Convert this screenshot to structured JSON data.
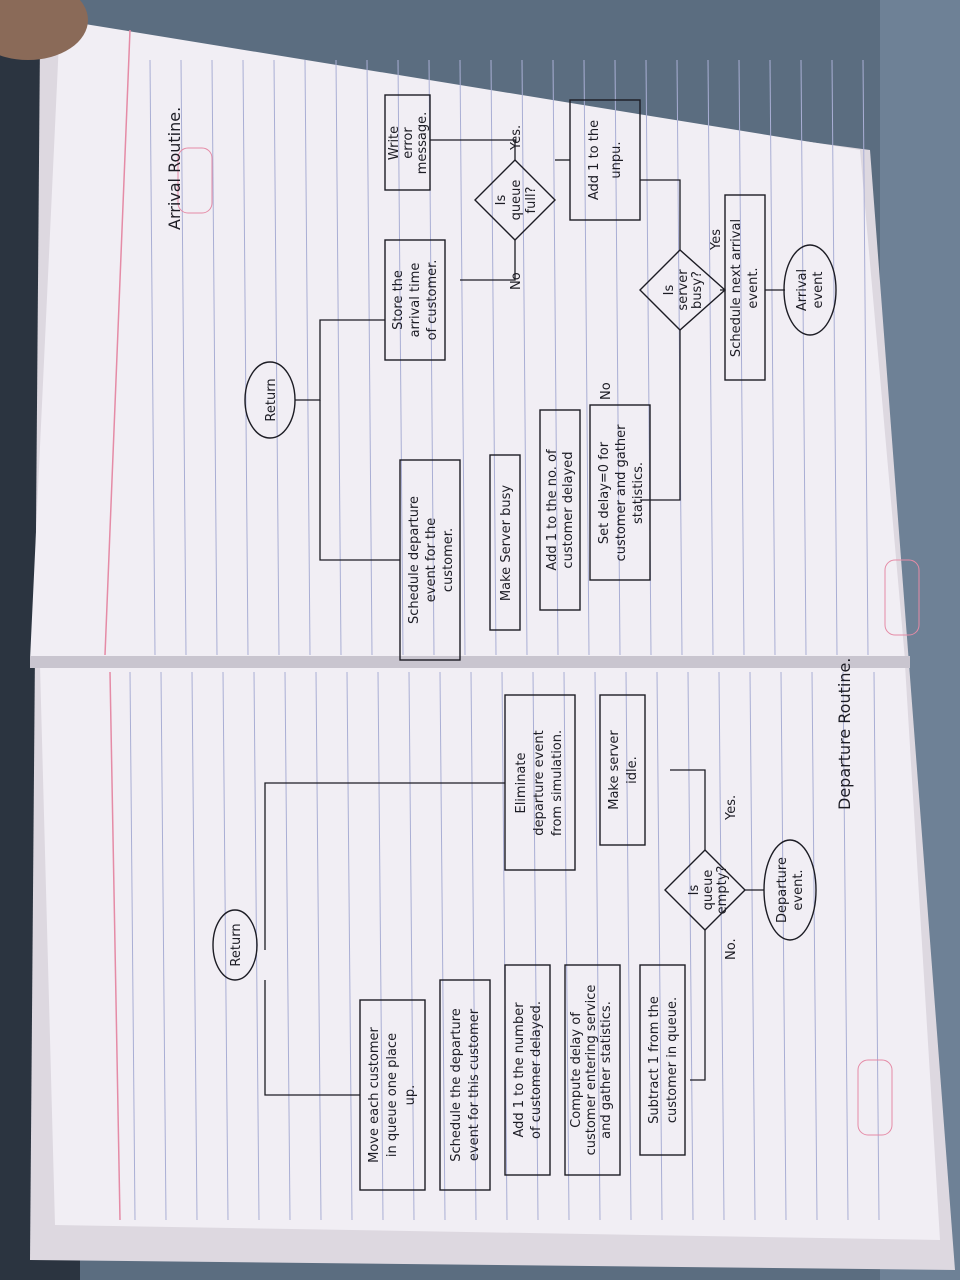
{
  "arrival": {
    "title": "Arrival Routine.",
    "start": [
      "Arrival",
      "event"
    ],
    "schedule_next": [
      "Schedule next arrival",
      "event."
    ],
    "server_busy": [
      "Is",
      "server",
      "busy?"
    ],
    "yes": "Yes",
    "no": "No",
    "add_one": [
      "Add 1 to the",
      "unpu."
    ],
    "queue_full": [
      "Is",
      "queue",
      "full?"
    ],
    "queue_yes": "Yes.",
    "queue_no": "No",
    "write_error": [
      "Write",
      "error",
      "message."
    ],
    "store_time": [
      "Store the",
      "arrival time",
      "of customer."
    ],
    "return": "Return",
    "set_delay": [
      "Set delay=0 for",
      "customer and gather",
      "statistics."
    ],
    "add_delayed": [
      "Add 1 to the no. of",
      "customer delayed"
    ],
    "make_busy": "Make Server busy",
    "schedule_departure": [
      "Schedule departure",
      "event for the",
      "customer."
    ]
  },
  "departure": {
    "title": "Departure Routine.",
    "start": [
      "Departure",
      "event."
    ],
    "queue_empty": [
      "Is",
      "queue",
      "empty?"
    ],
    "yes": "Yes.",
    "no": "No.",
    "make_idle": [
      "Make server",
      "idle."
    ],
    "eliminate": [
      "Eliminate",
      "departure event",
      "from simulation."
    ],
    "return": "Return",
    "subtract": [
      "Subtract 1 from the",
      "customer in queue."
    ],
    "compute_delay": [
      "Compute delay of",
      "customer entering service",
      "and gather statistics."
    ],
    "add_delayed": [
      "Add 1 to the number",
      "of customer delayed."
    ],
    "schedule_departure": [
      "Schedule the departure",
      "event for this customer"
    ],
    "move_customer": [
      "Move each customer",
      "in queue one place",
      "up."
    ]
  },
  "colors": {
    "background": "#5b6d80",
    "paper": "#f1eef4",
    "rule_line": "#a9aed4",
    "margin_line": "#e58ba6",
    "ink": "#1c1c24"
  }
}
